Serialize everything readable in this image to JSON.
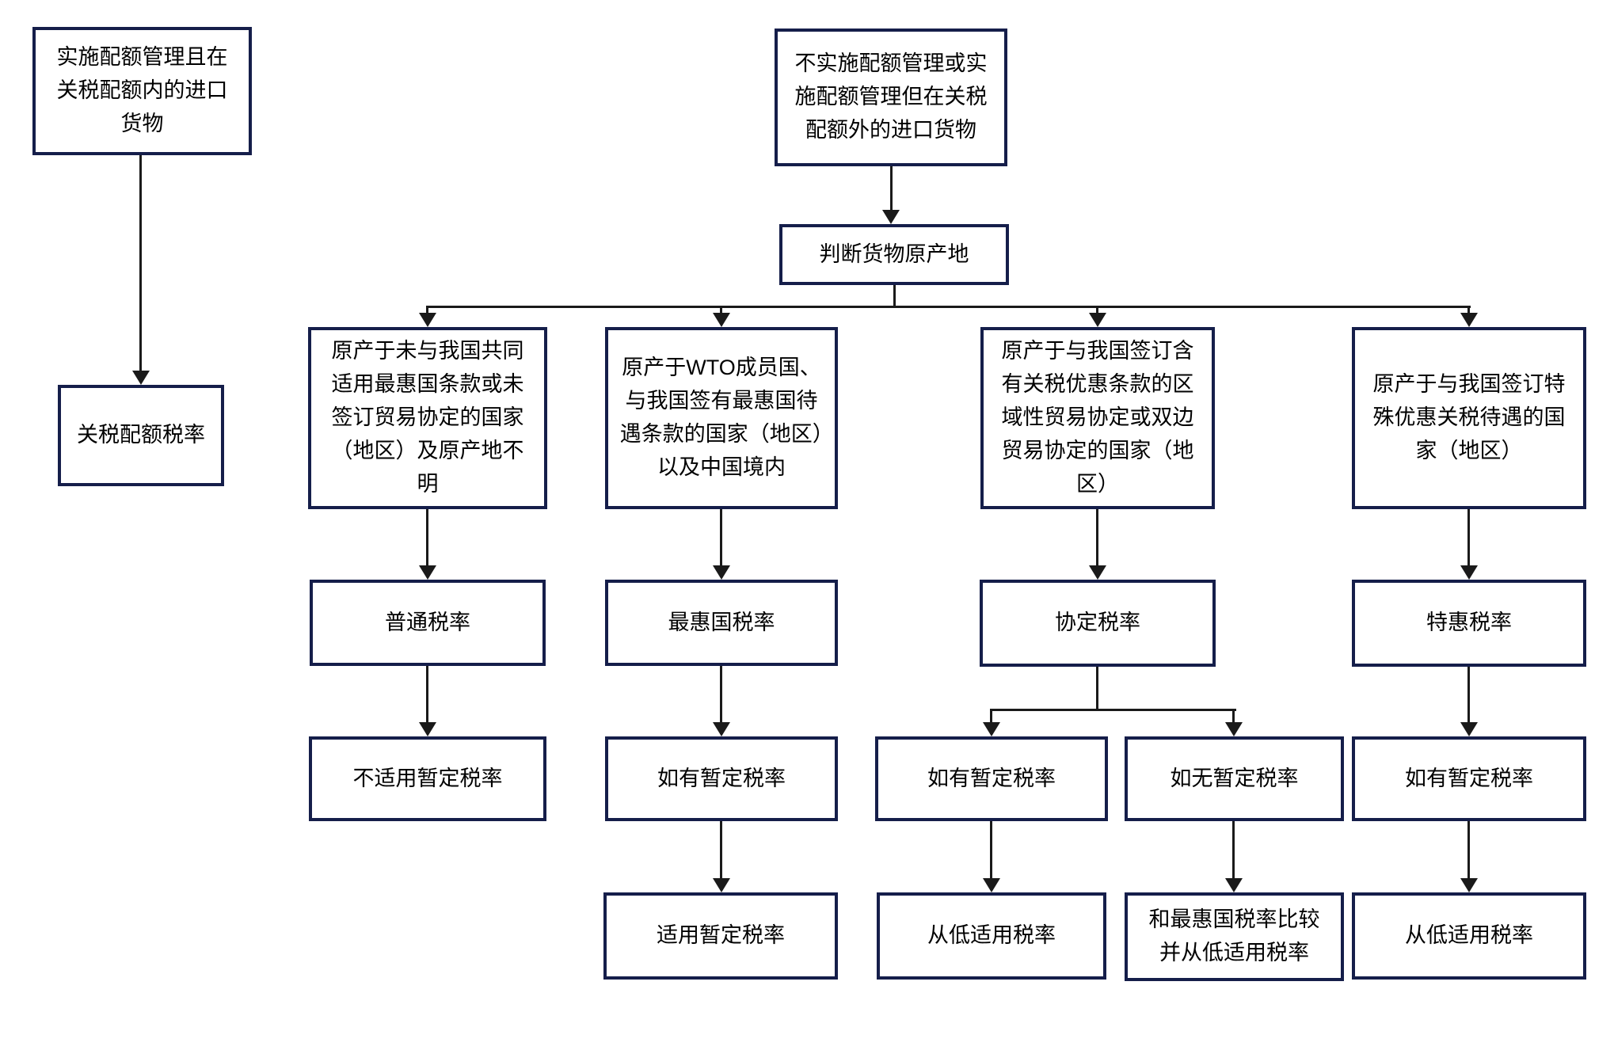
{
  "colors": {
    "box_border": "#151e4a",
    "connector": "#1a1a1a",
    "background": "#ffffff",
    "text": "#000000"
  },
  "nodes": {
    "quota_in": {
      "label": "实施配额管理且在关税配额内的进口货物"
    },
    "quota_out": {
      "label": "不实施配额管理或实施配额管理但在关税配额外的进口货物"
    },
    "origin_check": {
      "label": "判断货物原产地"
    },
    "quota_rate": {
      "label": "关税配额税率"
    },
    "branch_no_mfn": {
      "label": "原产于未与我国共同适用最惠国条款或未签订贸易协定的国家（地区）及原产地不明"
    },
    "branch_wto": {
      "label": "原产于WTO成员国、与我国签有最惠国待遇条款的国家（地区）以及中国境内"
    },
    "branch_regional": {
      "label": "原产于与我国签订含有关税优惠条款的区域性贸易协定或双边贸易协定的国家（地区）"
    },
    "branch_special": {
      "label": "原产于与我国签订特殊优惠关税待遇的国家（地区）"
    },
    "general_rate": {
      "label": "普通税率"
    },
    "mfn_rate": {
      "label": "最惠国税率"
    },
    "agreement_rate": {
      "label": "协定税率"
    },
    "preferential_rate": {
      "label": "特惠税率"
    },
    "general_no_provisional": {
      "label": "不适用暂定税率"
    },
    "mfn_has_provisional": {
      "label": "如有暂定税率"
    },
    "agreement_has_provisional": {
      "label": "如有暂定税率"
    },
    "agreement_no_provisional": {
      "label": "如无暂定税率"
    },
    "special_has_provisional": {
      "label": "如有暂定税率"
    },
    "apply_provisional": {
      "label": "适用暂定税率"
    },
    "apply_lower_agreement": {
      "label": "从低适用税率"
    },
    "compare_mfn_apply_lower": {
      "label": "和最惠国税率比较并从低适用税率"
    },
    "apply_lower_special": {
      "label": "从低适用税率"
    }
  }
}
